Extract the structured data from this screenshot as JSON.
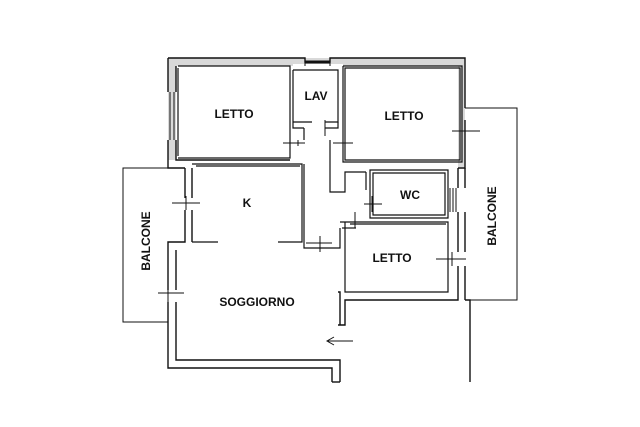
{
  "rooms": {
    "letto_1": "LETTO",
    "lav": "LAV",
    "letto_2": "LETTO",
    "k": "K",
    "wc": "WC",
    "letto_3": "LETTO",
    "soggiorno": "SOGGIORNO",
    "balcone_left": "BALCONE",
    "balcone_right": "BALCONE"
  },
  "colors": {
    "wall": "#111111",
    "fill": "#d9d9d9",
    "background": "#ffffff"
  }
}
